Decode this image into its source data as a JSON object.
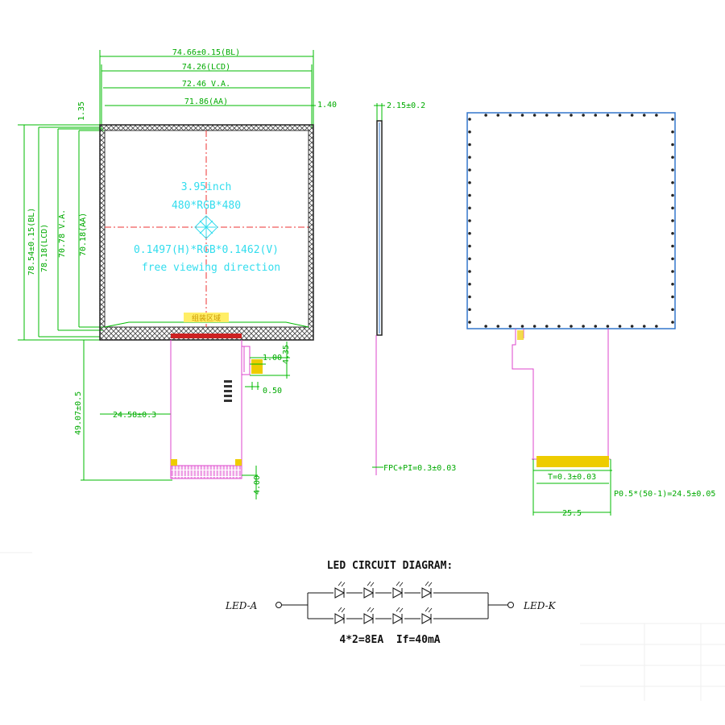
{
  "front_view": {
    "dims": {
      "width_bl": "74.66±0.15(BL)",
      "width_lcd": "74.26(LCD)",
      "width_va": "72.46 V.A.",
      "width_aa": "71.86(AA)",
      "right_margin": "1.40",
      "top_margin": "1.35",
      "height_bl": "78.54±0.15(BL)",
      "height_lcd": "78.18(LCD)",
      "height_va": "70.78 V.A.",
      "height_aa": "70.18(AA)",
      "fpc_length": "49.07±0.5",
      "fpc_offset": "24.58±0.3",
      "fpc_tail": "4.00",
      "conn_gap": "1.00",
      "conn_height": "4.35",
      "conn_pitch": "0.50"
    },
    "panel_text": {
      "size": "3.95inch",
      "resolution": "480*RGB*480",
      "pixel_pitch": "0.1497(H)*RGB*0.1462(V)",
      "viewing": "free viewing direction"
    },
    "bottom_label": "组装区域"
  },
  "side_view": {
    "thickness": "2.15±0.2",
    "fpc_thickness": "FPC+PI=0.3±0.03"
  },
  "back_view": {
    "fpc_t": "T=0.3±0.03",
    "pitch_formula": "P0.5*(50-1)=24.5±0.05",
    "fpc_width": "25.5"
  },
  "led_circuit": {
    "title": "LED CIRCUIT DIAGRAM:",
    "anode": "LED-A",
    "cathode": "LED-K",
    "note": "4*2=8EA  If=40mA",
    "rows": 2,
    "per_row": 4
  },
  "colors": {
    "dimension": "#00bb00",
    "panel_border": "#333333",
    "back_border": "#3377cc",
    "fpc": "#dd44cc",
    "crosshair": "#ee3333",
    "panel_text": "#33ddee",
    "gold": "#eecc00"
  }
}
